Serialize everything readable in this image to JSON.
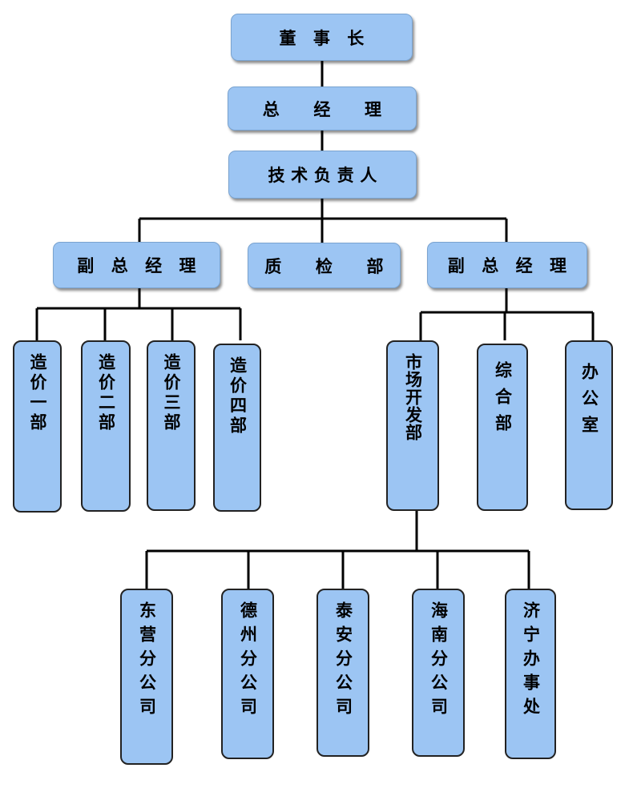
{
  "diagram": {
    "chairman": "董　事　长",
    "general_manager": "总　　经　　理",
    "technical_lead": "技 术 负 责 人",
    "vice_gm_left": "副　总　经　理",
    "quality_dept": "质　　检　　部",
    "vice_gm_right": "副　总　经　理",
    "cost_dept_1": "造价一部",
    "cost_dept_2": "造价二部",
    "cost_dept_3": "造价三部",
    "cost_dept_4": "造价四部",
    "market_dept": "市场开发部",
    "general_dept": "综合部",
    "office": "办公室",
    "branch_dongying": "东营分公司",
    "branch_dezhou": "德州分公司",
    "branch_taian": "泰安分公司",
    "branch_hainan": "海南分公司",
    "office_jining": "济宁办事处"
  },
  "colors": {
    "box_fill": "#9cc5f3",
    "line": "#000000"
  }
}
